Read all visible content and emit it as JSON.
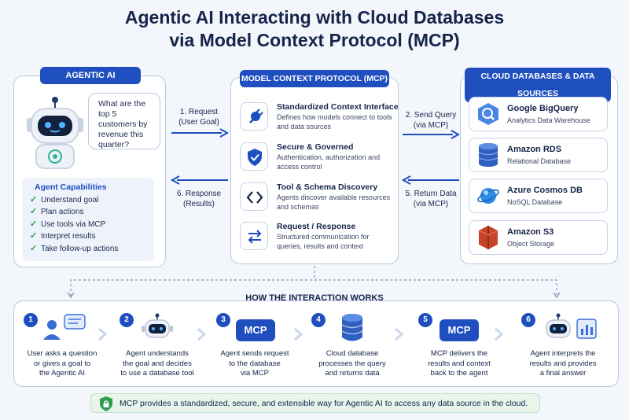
{
  "title": {
    "line1": "Agentic AI Interacting with Cloud Databases",
    "line2": "via Model Context Protocol (MCP)"
  },
  "agent_panel": {
    "label": "AGENTIC AI",
    "question": "What are the top 5 customers by revenue this quarter?",
    "capabilities_title": "Agent Capabilities",
    "capabilities": [
      "Understand goal",
      "Plan actions",
      "Use tools via MCP",
      "Interpret results",
      "Take follow-up actions"
    ]
  },
  "mcp_panel": {
    "label": "MODEL CONTEXT PROTOCOL (MCP)",
    "items": [
      {
        "heading": "Standardized Context Interface",
        "desc": "Defines how models connect to tools and data sources",
        "icon": "plug-icon"
      },
      {
        "heading": "Secure & Governed",
        "desc": "Authentication, authorization and access control",
        "icon": "shield-check-icon"
      },
      {
        "heading": "Tool & Schema Discovery",
        "desc": "Agents discover available resources and schemas",
        "icon": "code-brackets-icon"
      },
      {
        "heading": "Request / Response",
        "desc": "Structured communication for queries, results and context",
        "icon": "exchange-arrows-icon"
      }
    ]
  },
  "flows": {
    "request": {
      "line1": "1. Request",
      "line2": "(User Goal)"
    },
    "response": {
      "line1": "6. Response",
      "line2": "(Results)"
    },
    "send_query": {
      "line1": "2. Send Query",
      "line2": "(via MCP)"
    },
    "return_data": {
      "line1": "5. Return Data",
      "line2": "(via MCP)"
    }
  },
  "db_panel": {
    "label": "CLOUD DATABASES & DATA SOURCES",
    "items": [
      {
        "name": "Google BigQuery",
        "desc": "Analytics Data Warehouse",
        "icon": "bigquery-icon"
      },
      {
        "name": "Amazon RDS",
        "desc": "Relational Database",
        "icon": "rds-icon"
      },
      {
        "name": "Azure Cosmos DB",
        "desc": "NoSQL Database",
        "icon": "cosmos-icon"
      },
      {
        "name": "Amazon S3",
        "desc": "Object Storage",
        "icon": "s3-icon"
      }
    ]
  },
  "how": {
    "title": "HOW THE INTERACTION WORKS",
    "mcp_badge": "MCP",
    "steps": [
      {
        "num": "1",
        "l1": "User asks a question",
        "l2": "or gives a goal to",
        "l3": "the Agentic AI"
      },
      {
        "num": "2",
        "l1": "Agent understands",
        "l2": "the goal and decides",
        "l3": "to use a database tool"
      },
      {
        "num": "3",
        "l1": "Agent sends request",
        "l2": "to the database",
        "l3": "via MCP"
      },
      {
        "num": "4",
        "l1": "Cloud database",
        "l2": "processes the query",
        "l3": "and returns data"
      },
      {
        "num": "5",
        "l1": "MCP delivers the",
        "l2": "results and context",
        "l3": "back to the agent"
      },
      {
        "num": "6",
        "l1": "Agent interprets the",
        "l2": "results and provides",
        "l3": "a final answer"
      }
    ]
  },
  "footer": "MCP provides a standardized, secure, and extensible way for Agentic AI to access any data source in the cloud.",
  "colors": {
    "primary": "#1f4fbf",
    "success": "#2b9c4b",
    "border": "#b9c9e4"
  }
}
